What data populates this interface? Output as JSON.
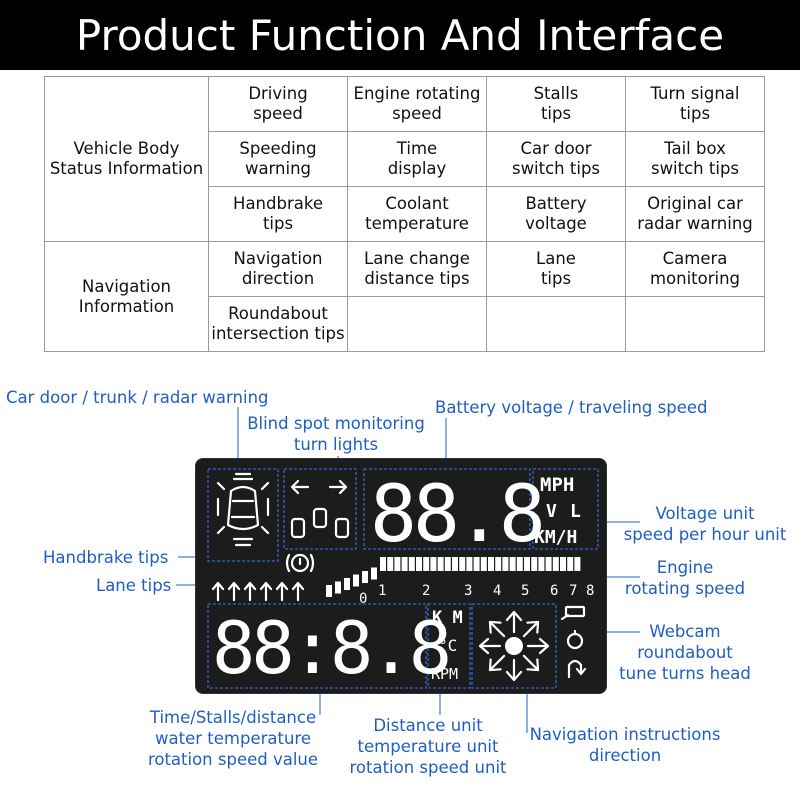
{
  "title": "Product Function And Interface",
  "table": {
    "rows": [
      [
        "Vehicle Body\nStatus Information",
        "Driving\nspeed",
        "Engine rotating\nspeed",
        "Stalls\ntips",
        "Turn signal\ntips"
      ],
      [
        null,
        "Speeding\nwarning",
        "Time\ndisplay",
        "Car door\nswitch tips",
        "Tail box\nswitch tips"
      ],
      [
        null,
        "Handbrake\ntips",
        "Coolant\ntemperature",
        "Battery\nvoltage",
        "Original car\nradar warning"
      ],
      [
        "Navigation\nInformation",
        "Navigation\ndirection",
        "Lane change\ndistance tips",
        "Lane\ntips",
        "Camera\nmonitoring"
      ],
      [
        null,
        "Roundabout\nintersection tips",
        "",
        "",
        ""
      ]
    ]
  },
  "callouts": {
    "car_door": "Car door / trunk / radar warning",
    "blind_spot": "Blind spot monitoring\nturn lights",
    "battery": "Battery voltage / traveling speed",
    "voltage_unit": "Voltage unit\nspeed per hour unit",
    "handbrake": "Handbrake tips",
    "lane": "Lane tips",
    "engine": "Engine\nrotating speed",
    "webcam": "Webcam\nroundabout\ntune turns head",
    "time_stalls": "Time/Stalls/distance\nwater temperature\nrotation speed value",
    "distance_unit": "Distance unit\ntemperature unit\nrotation speed unit",
    "navigation": "Navigation instructions\ndirection"
  },
  "display": {
    "speed_digits": "88.8",
    "main_digits": "88:8.8",
    "mph": "MPH",
    "v": "V",
    "l": "L",
    "kmh": "KM/H",
    "km": "K M",
    "celsius": "°C",
    "rpm": "RPM",
    "tach_ticks": [
      "0",
      "1",
      "2",
      "3",
      "4",
      "5",
      "6",
      "7",
      "8"
    ]
  }
}
